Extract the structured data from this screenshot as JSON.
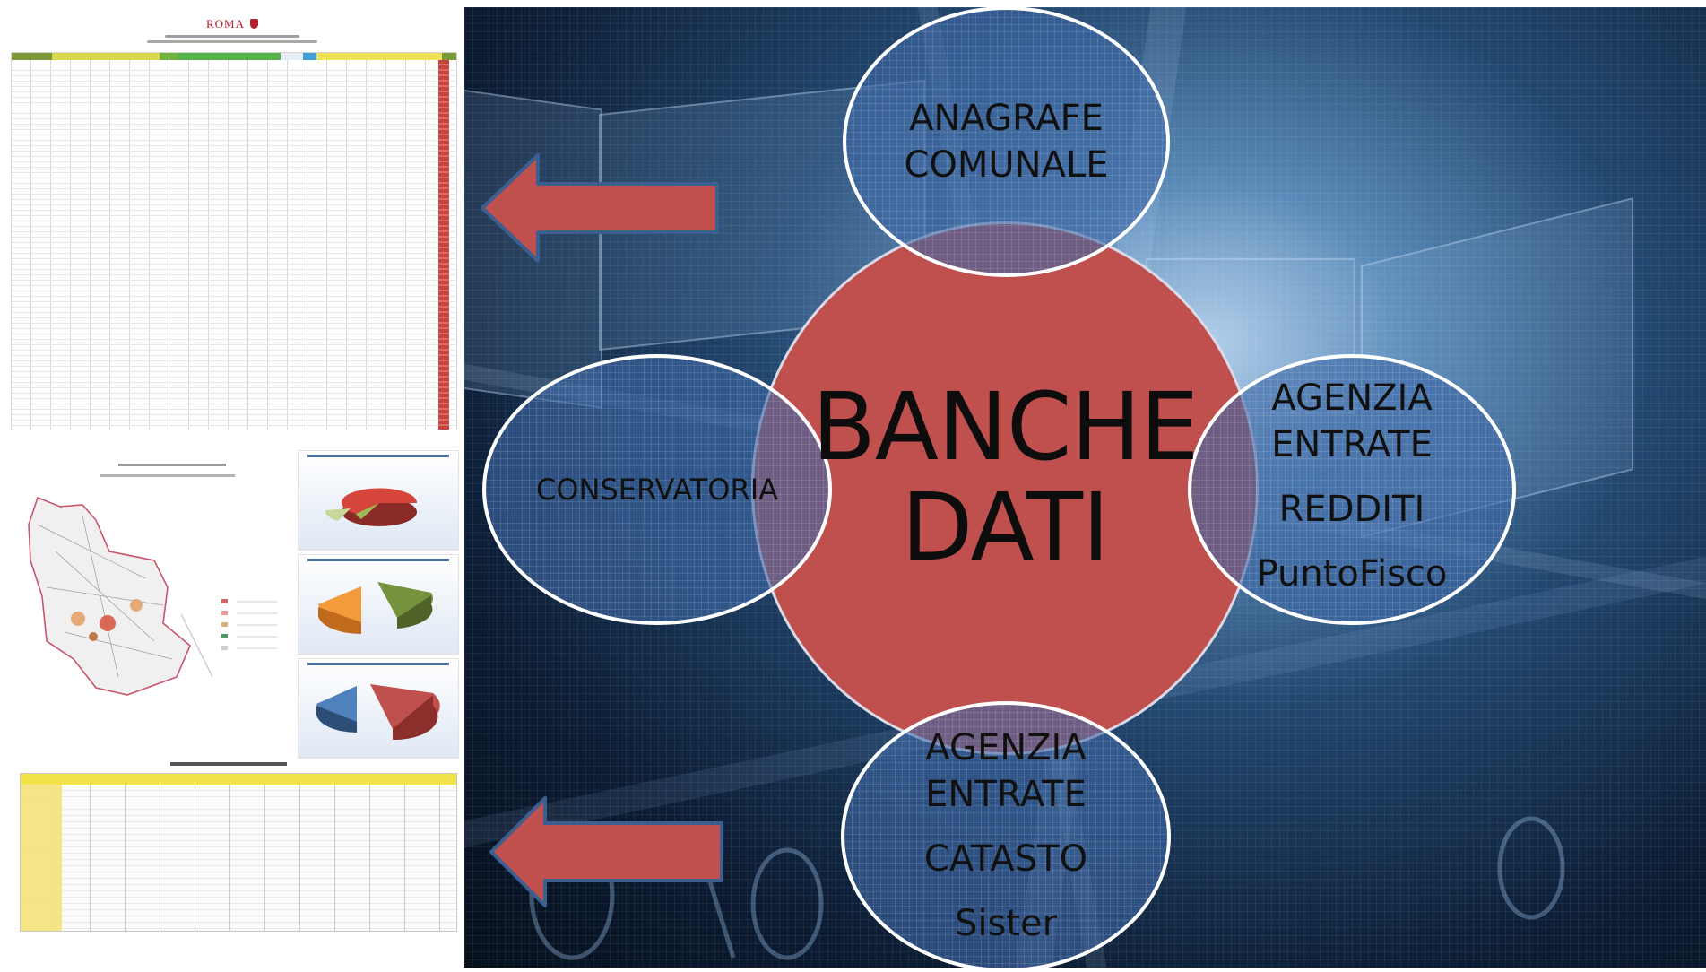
{
  "document_panel": {
    "brand": "ROMA"
  },
  "diagram": {
    "center": {
      "lines": [
        "BANCHE",
        "DATI"
      ]
    },
    "satellites": {
      "top": {
        "lines": [
          "ANAGRAFE",
          "COMUNALE"
        ]
      },
      "left": {
        "lines": [
          "CONSERVATORIA"
        ]
      },
      "right": {
        "lines": [
          "AGENZIA",
          "ENTRATE",
          "REDDITI",
          "PuntoFisco"
        ]
      },
      "bottom": {
        "lines": [
          "AGENZIA",
          "ENTRATE",
          "CATASTO",
          "Sister"
        ]
      }
    }
  },
  "colors": {
    "center_fill": "#c0504d",
    "satellite_fill": "#3e67a4",
    "arrow_fill": "#c0504d",
    "arrow_stroke": "#3c5f91"
  }
}
